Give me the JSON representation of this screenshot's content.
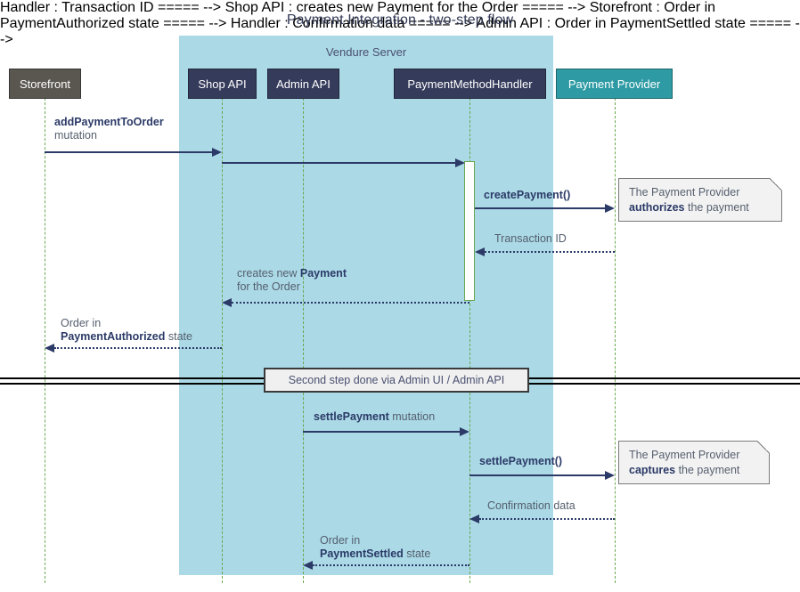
{
  "title": "Payment Integration - two-step flow",
  "group": {
    "label": "Vendure Server"
  },
  "colors": {
    "group_background": "#abd9e6",
    "storefront": "#5a5650",
    "api_box": "#353b5b",
    "provider": "#2e9ba4",
    "lifeline": "#6aa84f",
    "arrow": "#2b3a67",
    "note_background": "#f2f2f2",
    "title_text": "#333a56"
  },
  "participants": [
    {
      "id": "storefront",
      "label": "Storefront"
    },
    {
      "id": "shop-api",
      "label": "Shop API"
    },
    {
      "id": "admin-api",
      "label": "Admin API"
    },
    {
      "id": "payment-method-handler",
      "label": "PaymentMethodHandler"
    },
    {
      "id": "payment-provider",
      "label": "Payment Provider"
    }
  ],
  "messages": {
    "add_payment_to_order": {
      "strong": "addPaymentToOrder",
      "rest": "mutation"
    },
    "to_handler": {
      "label": ""
    },
    "create_payment": {
      "strong": "createPayment()",
      "rest": ""
    },
    "transaction_id": {
      "strong": "",
      "rest": "Transaction ID"
    },
    "creates_new_payment": {
      "line1_pre": "creates new ",
      "line1_strong": "Payment",
      "line2": "for the Order"
    },
    "order_payment_authorized": {
      "line1": "Order in",
      "line2_strong": "PaymentAuthorized",
      "line2_rest": " state"
    },
    "settle_payment_mutation": {
      "strong": "settlePayment",
      "rest": " mutation"
    },
    "settle_payment_call": {
      "strong": "settlePayment()",
      "rest": ""
    },
    "confirmation_data": {
      "rest": "Confirmation data"
    },
    "order_payment_settled": {
      "line1": "Order in",
      "line2_strong": "PaymentSettled",
      "line2_rest": " state"
    }
  },
  "notes": [
    {
      "id": "authorizes-note",
      "line1": "The Payment Provider",
      "line2_strong": "authorizes",
      "line2_rest": " the payment"
    },
    {
      "id": "captures-note",
      "line1": "The Payment Provider",
      "line2_strong": "captures",
      "line2_rest": " the payment"
    }
  ],
  "divider": {
    "label": "Second step done via Admin UI / Admin API"
  }
}
